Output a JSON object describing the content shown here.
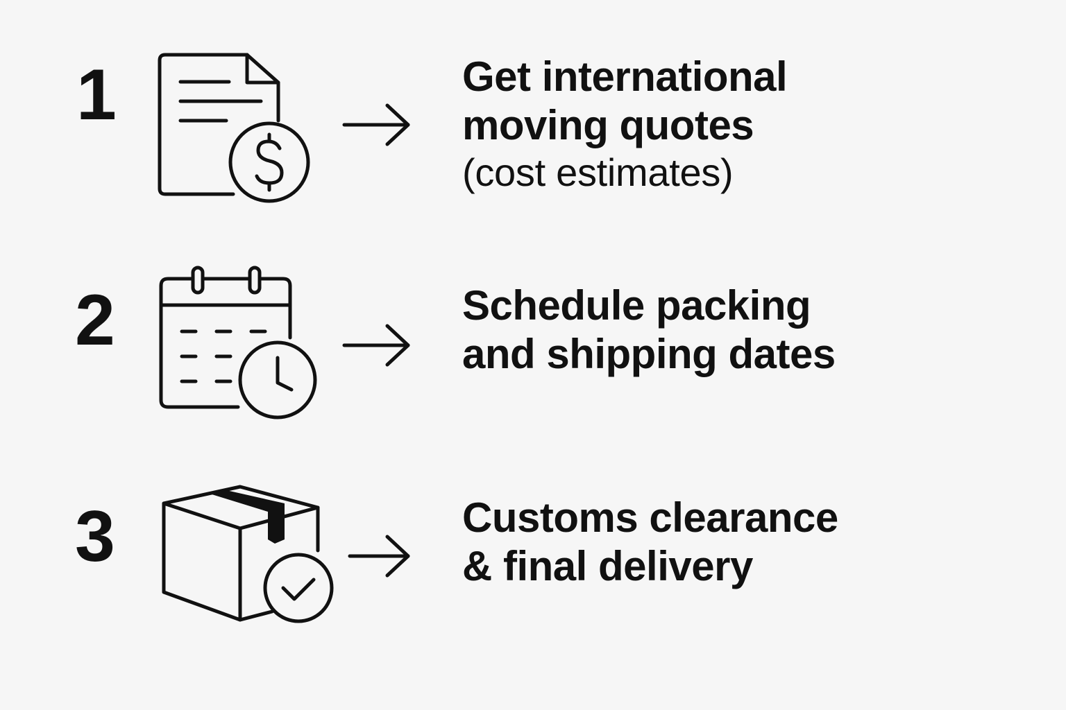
{
  "steps": [
    {
      "number": "1",
      "icon": "document-dollar-icon",
      "title_lines": [
        "Get international",
        "moving quotes"
      ],
      "subtitle": "(cost estimates)"
    },
    {
      "number": "2",
      "icon": "calendar-clock-icon",
      "title_lines": [
        "Schedule packing",
        "and shipping dates"
      ]
    },
    {
      "number": "3",
      "icon": "box-check-icon",
      "title_lines": [
        "Customs clearance",
        "& final delivery"
      ]
    }
  ],
  "colors": {
    "ink": "#111111",
    "background": "#f6f6f6"
  }
}
